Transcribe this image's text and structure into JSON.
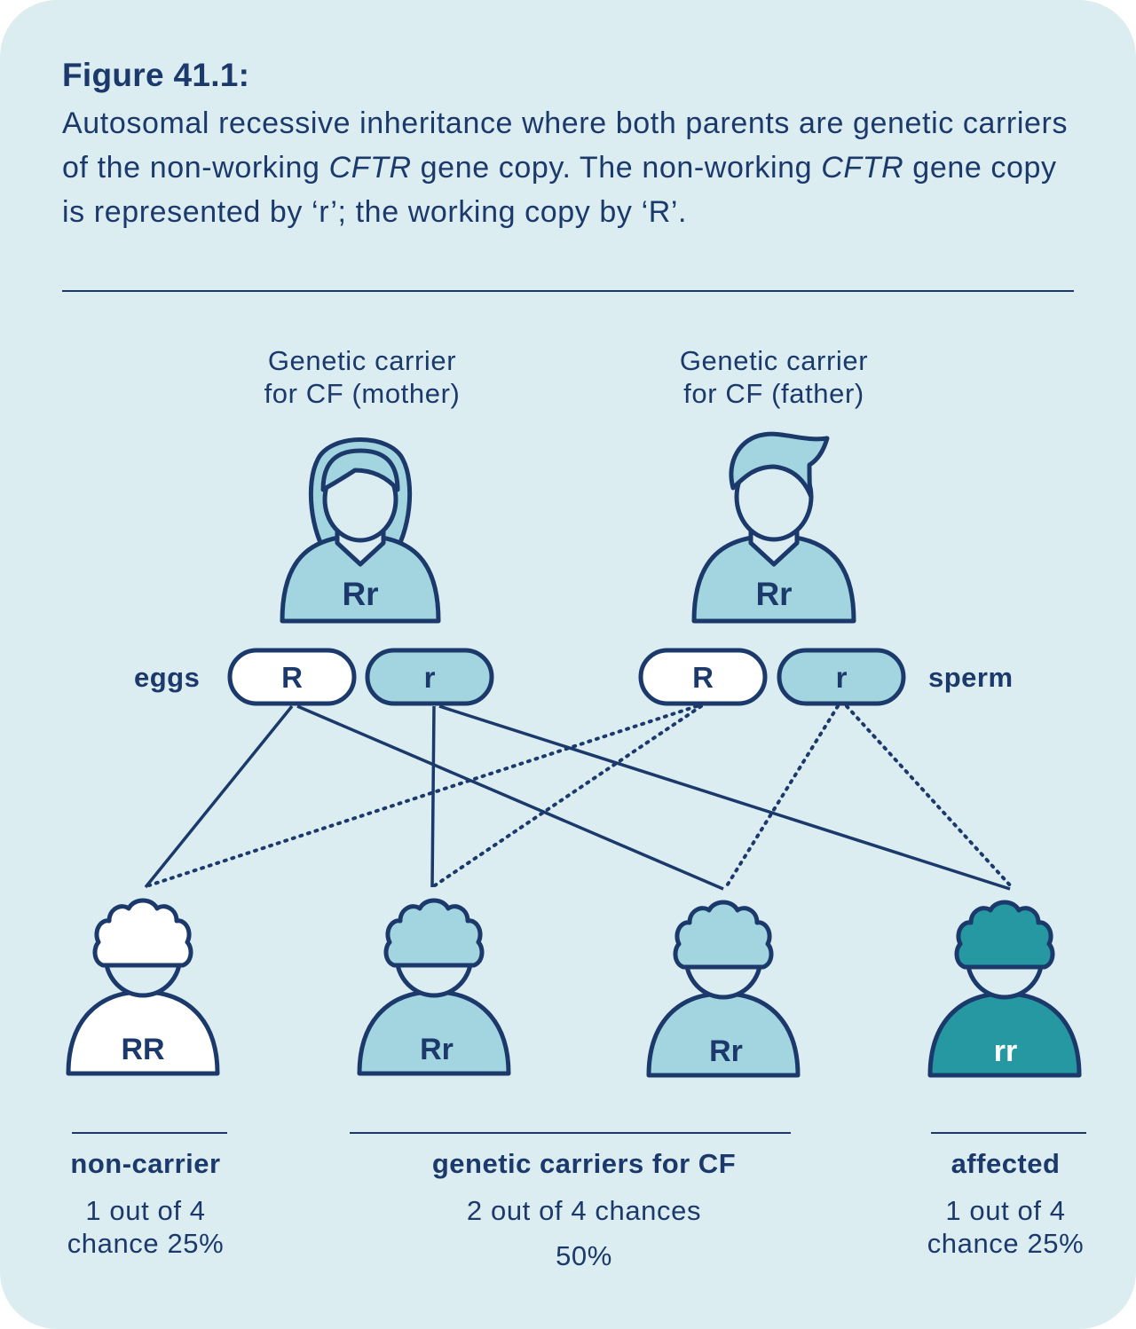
{
  "figure": {
    "title": "Figure 41.1:",
    "caption_parts": [
      "Autosomal recessive inheritance where both parents are genetic carriers of the non-working ",
      "CFTR",
      " gene copy. The non-working ",
      "CFTR",
      " gene copy is represented by ‘r’; the working copy by ‘R’."
    ]
  },
  "parents": {
    "mother": {
      "label_line1": "Genetic carrier",
      "label_line2": "for CF (mother)",
      "genotype": "Rr"
    },
    "father": {
      "label_line1": "Genetic carrier",
      "label_line2": "for CF (father)",
      "genotype": "Rr"
    }
  },
  "gametes": {
    "eggs_label": "eggs",
    "sperm_label": "sperm",
    "mother_alleles": [
      "R",
      "r"
    ],
    "father_alleles": [
      "R",
      "r"
    ]
  },
  "children": [
    {
      "genotype": "RR",
      "mother_allele": "R",
      "father_allele": "R",
      "status": "non-carrier"
    },
    {
      "genotype": "Rr",
      "mother_allele": "r",
      "father_allele": "R",
      "status": "carrier"
    },
    {
      "genotype": "Rr",
      "mother_allele": "R",
      "father_allele": "r",
      "status": "carrier"
    },
    {
      "genotype": "rr",
      "mother_allele": "r",
      "father_allele": "r",
      "status": "affected"
    }
  ],
  "groups": {
    "non_carrier": {
      "title": "non-carrier",
      "line1": "1 out of 4",
      "line2": "chance 25%"
    },
    "carriers": {
      "title": "genetic carriers for CF",
      "line1": "2 out of 4 chances",
      "line2": "50%"
    },
    "affected": {
      "title": "affected",
      "line1": "1 out of 4",
      "line2": "chance 25%"
    }
  },
  "colors": {
    "background": "#dcedf2",
    "navy": "#1b3a6b",
    "carrier_fill": "#a2d5df",
    "affected_fill": "#2598a2",
    "non_carrier_fill": "#ffffff"
  }
}
